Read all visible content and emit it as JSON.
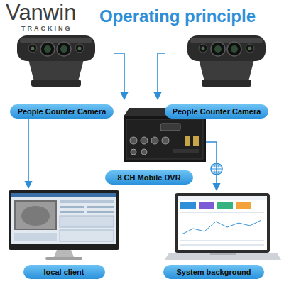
{
  "diagram": {
    "title": "Operating principle",
    "nodes": [
      {
        "text": [
          "People Counter Camera"
        ]
      },
      {
        "text": [
          "People Counter Camera"
        ]
      },
      {
        "text": [
          "8 CH Mobile DVR"
        ]
      },
      {
        "text": [
          "local client"
        ]
      },
      {
        "text": [
          "System background"
        ]
      }
    ],
    "edges": [
      {
        "from": 0,
        "to": 2,
        "arrow": "to"
      },
      {
        "from": 1,
        "to": 2,
        "arrow": "to"
      },
      {
        "from": 0,
        "to": 3,
        "arrow": "to"
      },
      {
        "from": 2,
        "to": 4,
        "arrow": "to"
      }
    ],
    "labels": [
      "Vanwin",
      "TRACKING"
    ]
  }
}
